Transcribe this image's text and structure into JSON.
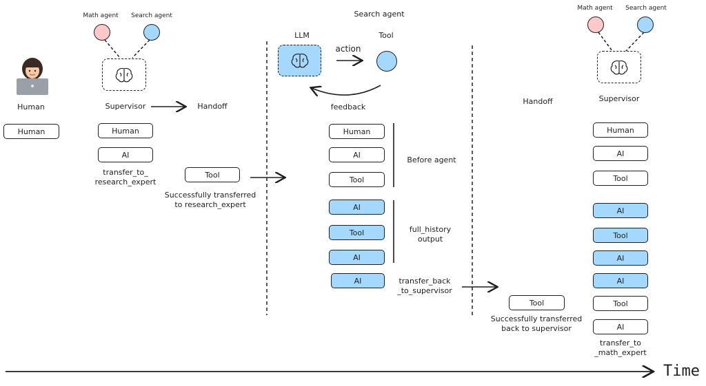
{
  "colors": {
    "pink": "#ffc9c9",
    "blue": "#a5d8ff",
    "stroke": "#1e1e1e"
  },
  "icons": {
    "human": "person-with-laptop-icon",
    "brain": "brain-icon"
  },
  "col1": {
    "human_caption": "Human",
    "human_box": "Human"
  },
  "col2": {
    "math_agent": "Math agent",
    "search_agent": "Search agent",
    "supervisor": "Supervisor",
    "handoff": "Handoff",
    "msg_human": "Human",
    "msg_ai": "AI",
    "transfer_line1": "transfer_to_",
    "transfer_line2": "research_expert",
    "tool_box": "Tool",
    "success_line1": "Successfully transferred",
    "success_line2": "to research_expert"
  },
  "col3": {
    "title": "Search agent",
    "llm": "LLM",
    "tool": "Tool",
    "action": "action",
    "feedback": "feedback",
    "messages": [
      "Human",
      "AI",
      "Tool",
      "AI",
      "Tool",
      "AI",
      "AI"
    ],
    "before_agent": "Before agent",
    "full_history_line1": "full_history",
    "full_history_line2": "output",
    "transfer_back_line1": "transfer_back",
    "transfer_back_line2": "_to_supervisor"
  },
  "col4": {
    "handoff": "Handoff",
    "tool_box": "Tool",
    "success_line1": "Successfully transferred",
    "success_line2": "back to supervisor"
  },
  "col5": {
    "math_agent": "Math agent",
    "search_agent": "Search agent",
    "supervisor": "Supervisor",
    "messages": [
      "Human",
      "AI",
      "Tool",
      "AI",
      "Tool",
      "AI",
      "AI",
      "Tool",
      "AI"
    ],
    "transfer_line1": "transfer_to",
    "transfer_line2": "_math_expert"
  },
  "time_label": "Time"
}
